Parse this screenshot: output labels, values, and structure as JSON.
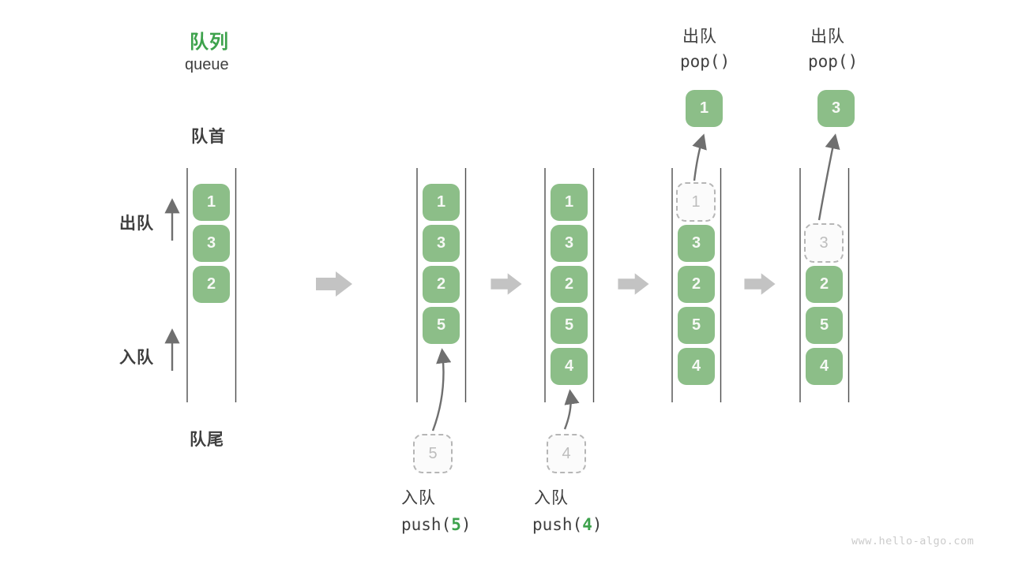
{
  "header": {
    "title_zh": "队列",
    "title_en": "queue"
  },
  "labels": {
    "front": "队首",
    "rear": "队尾",
    "dequeue": "出队",
    "enqueue": "入队"
  },
  "watermark": "www.hello-algo.com",
  "colors": {
    "accent_green": "#3DA24C",
    "cell_green": "#8CBE88",
    "cell_text": "#F6F9F5",
    "dark_text": "#3F3F3F",
    "ghost_gray": "#B6B6B6",
    "queue_line": "#4D4D4D",
    "thin_arrow": "#6F6F6F",
    "block_arrow": "#C3C3C3",
    "watermark_gray": "#CBCBCB"
  },
  "states": [
    {
      "name": "initial",
      "cells": [
        {
          "row": 0,
          "value": "1",
          "ghost": false
        },
        {
          "row": 1,
          "value": "3",
          "ghost": false
        },
        {
          "row": 2,
          "value": "2",
          "ghost": false
        }
      ]
    },
    {
      "name": "push-5",
      "op_label": "入队",
      "code_pre": "push(",
      "code_hl": "5",
      "code_post": ")",
      "pending_value": "5",
      "cells": [
        {
          "row": 0,
          "value": "1",
          "ghost": false
        },
        {
          "row": 1,
          "value": "3",
          "ghost": false
        },
        {
          "row": 2,
          "value": "2",
          "ghost": false
        },
        {
          "row": 3,
          "value": "5",
          "ghost": false
        }
      ]
    },
    {
      "name": "push-4",
      "op_label": "入队",
      "code_pre": "push(",
      "code_hl": "4",
      "code_post": ")",
      "pending_value": "4",
      "cells": [
        {
          "row": 0,
          "value": "1",
          "ghost": false
        },
        {
          "row": 1,
          "value": "3",
          "ghost": false
        },
        {
          "row": 2,
          "value": "2",
          "ghost": false
        },
        {
          "row": 3,
          "value": "5",
          "ghost": false
        },
        {
          "row": 4,
          "value": "4",
          "ghost": false
        }
      ]
    },
    {
      "name": "pop-1",
      "op_label": "出队",
      "code_pre": "pop()",
      "code_hl": "",
      "code_post": "",
      "popped_value": "1",
      "cells": [
        {
          "row": 0,
          "value": "1",
          "ghost": true
        },
        {
          "row": 1,
          "value": "3",
          "ghost": false
        },
        {
          "row": 2,
          "value": "2",
          "ghost": false
        },
        {
          "row": 3,
          "value": "5",
          "ghost": false
        },
        {
          "row": 4,
          "value": "4",
          "ghost": false
        }
      ]
    },
    {
      "name": "pop-3",
      "op_label": "出队",
      "code_pre": "pop()",
      "code_hl": "",
      "code_post": "",
      "popped_value": "3",
      "cells": [
        {
          "row": 1,
          "value": "3",
          "ghost": true
        },
        {
          "row": 2,
          "value": "2",
          "ghost": false
        },
        {
          "row": 3,
          "value": "5",
          "ghost": false
        },
        {
          "row": 4,
          "value": "4",
          "ghost": false
        }
      ]
    }
  ]
}
